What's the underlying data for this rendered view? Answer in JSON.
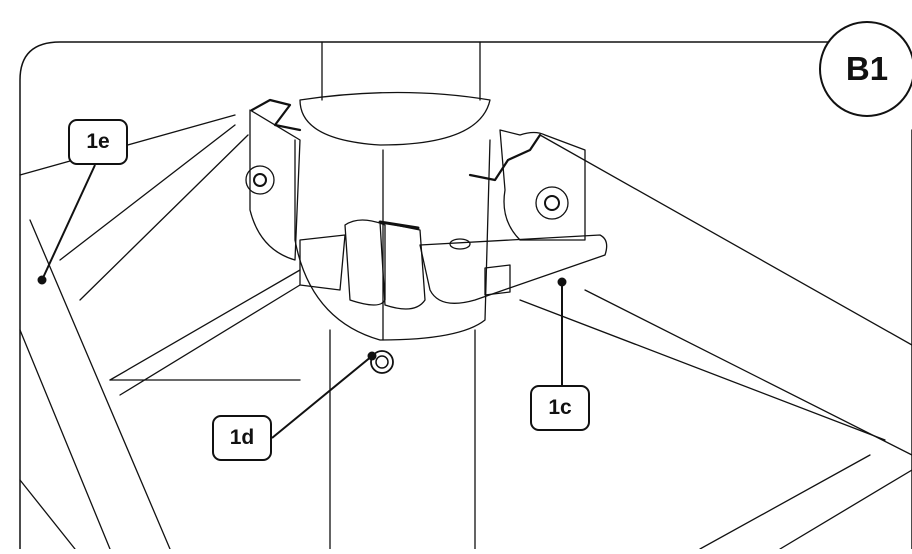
{
  "step_badge": "B1",
  "callouts": {
    "e": "1e",
    "d": "1d",
    "c": "1c"
  },
  "colors": {
    "line": "#111111",
    "background": "#ffffff"
  }
}
